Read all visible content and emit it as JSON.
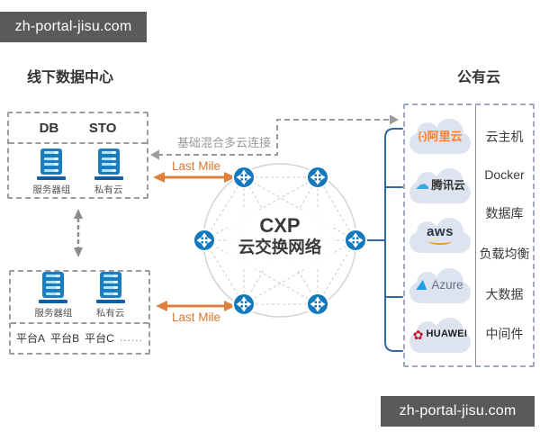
{
  "watermark": {
    "text": "zh-portal-jisu.com"
  },
  "datacenter": {
    "title": "线下数据中心",
    "top_box": {
      "items": [
        "DB",
        "STO"
      ],
      "server_labels": [
        "服务器组",
        "私有云"
      ]
    },
    "bottom_box": {
      "server_labels": [
        "服务器组",
        "私有云"
      ],
      "platforms": [
        "平台A",
        "平台B",
        "平台C",
        "......"
      ]
    }
  },
  "network": {
    "name": "CXP",
    "subtitle": "云交换网络",
    "link_label": "基础混合多云连接",
    "last_mile": "Last Mile"
  },
  "cloud": {
    "title": "公有云",
    "providers": [
      {
        "glyph": "(-)",
        "name": "阿里云"
      },
      {
        "glyph": "☁",
        "name": "腾讯云"
      },
      {
        "name": "aws"
      },
      {
        "name": "Azure"
      },
      {
        "glyph": "✿",
        "name": "HUAWEI"
      }
    ],
    "services": [
      "云主机",
      "Docker",
      "数据库",
      "负载均衡",
      "大数据",
      "中间件"
    ]
  },
  "colors": {
    "watermark_bg": "#5a5a5a",
    "node_blue": "#1478bb",
    "arrow_orange": "#df813e",
    "bracket_blue": "#33689f",
    "alibaba_orange": "#ff7e2d",
    "tencent_blue": "#35a8e0",
    "aws_smile_orange": "#f59a23",
    "azure_blue": "#1a9ee8",
    "huawei_red": "#c8102e",
    "cloud_shape": "#dde4ef",
    "server_blue": "#1a7dc2"
  }
}
